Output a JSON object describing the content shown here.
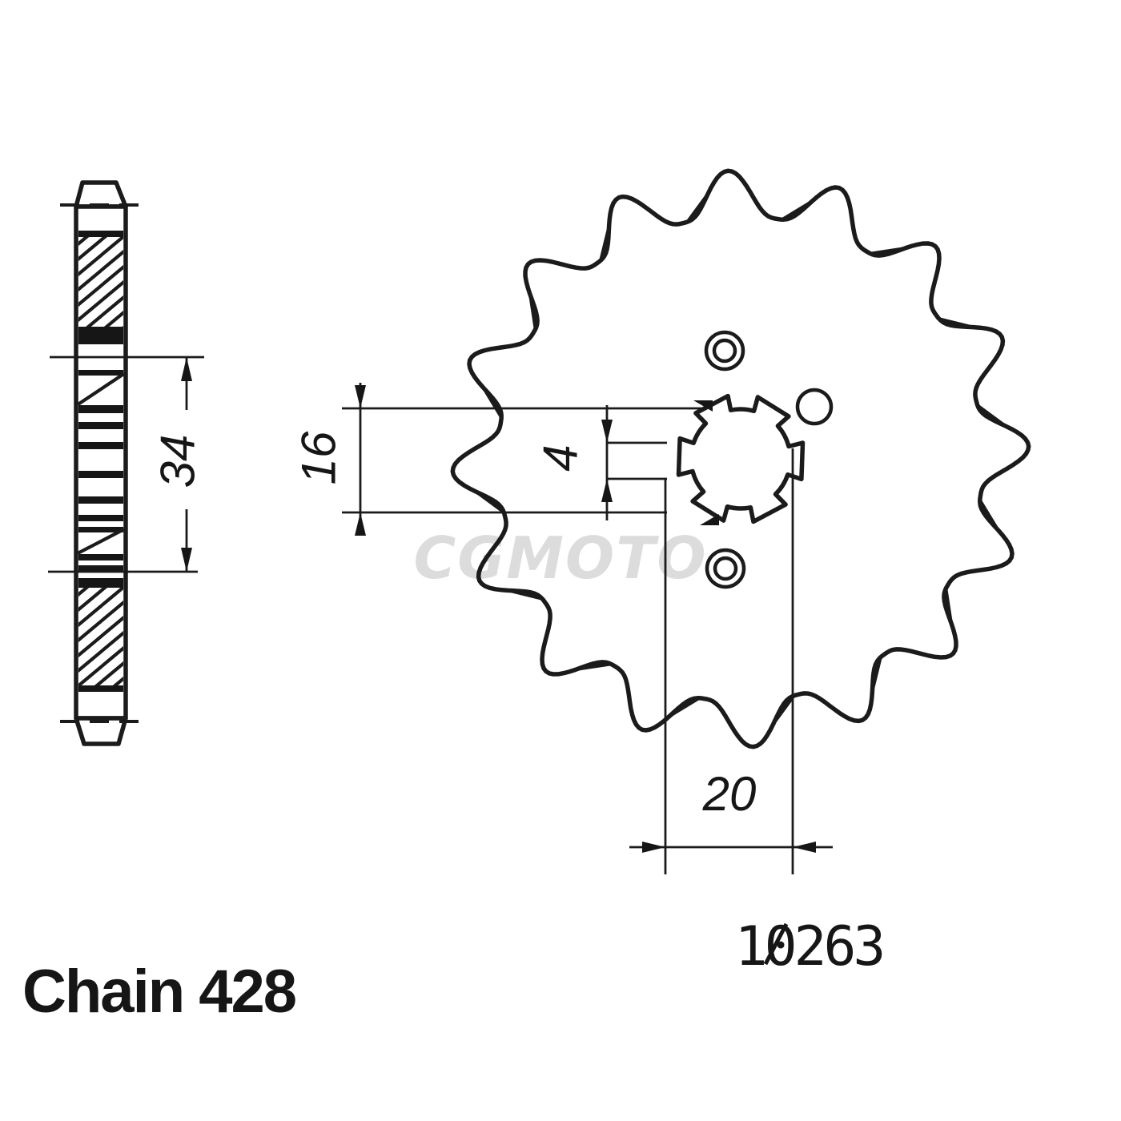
{
  "drawing": {
    "type": "technical-drawing",
    "subject": "front-sprocket",
    "teeth_count": 16,
    "spline_groove_count": 6,
    "labels": {
      "chain": "Chain 428",
      "part_number": "10263",
      "watermark": "CGMOTO"
    },
    "dimensions": {
      "hub_width_mm": "34",
      "tooth_span_mm": "16",
      "spline_groove_mm": "4",
      "bore_span_mm": "20"
    },
    "colors": {
      "line": "#1b1b1b",
      "watermark": "#dcdcdc",
      "background": "#ffffff"
    }
  }
}
